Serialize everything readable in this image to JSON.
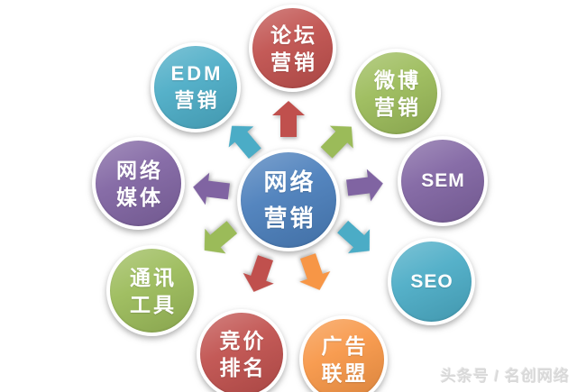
{
  "diagram": {
    "center": {
      "label": "网络\n营销",
      "color": "#4A7EBB"
    },
    "nodes": [
      {
        "id": "forum-marketing",
        "label": "论坛\n营销",
        "color": "#C0504D"
      },
      {
        "id": "weibo-marketing",
        "label": "微博\n营销",
        "color": "#9BBB59"
      },
      {
        "id": "sem",
        "label": "SEM",
        "color": "#8064A2"
      },
      {
        "id": "seo",
        "label": "SEO",
        "color": "#4BACC6"
      },
      {
        "id": "ad-union",
        "label": "广告\n联盟",
        "color": "#F79646"
      },
      {
        "id": "bidding-rank",
        "label": "竞价\n排名",
        "color": "#C0504D"
      },
      {
        "id": "communication-tools",
        "label": "通讯\n工具",
        "color": "#9BBB59"
      },
      {
        "id": "network-media",
        "label": "网络\n媒体",
        "color": "#8064A2"
      },
      {
        "id": "edm-marketing",
        "label": "EDM\n营销",
        "color": "#4BACC6"
      }
    ]
  },
  "watermark": {
    "text": "头条号 / 名创网络",
    "color": "#d9d9d9"
  }
}
